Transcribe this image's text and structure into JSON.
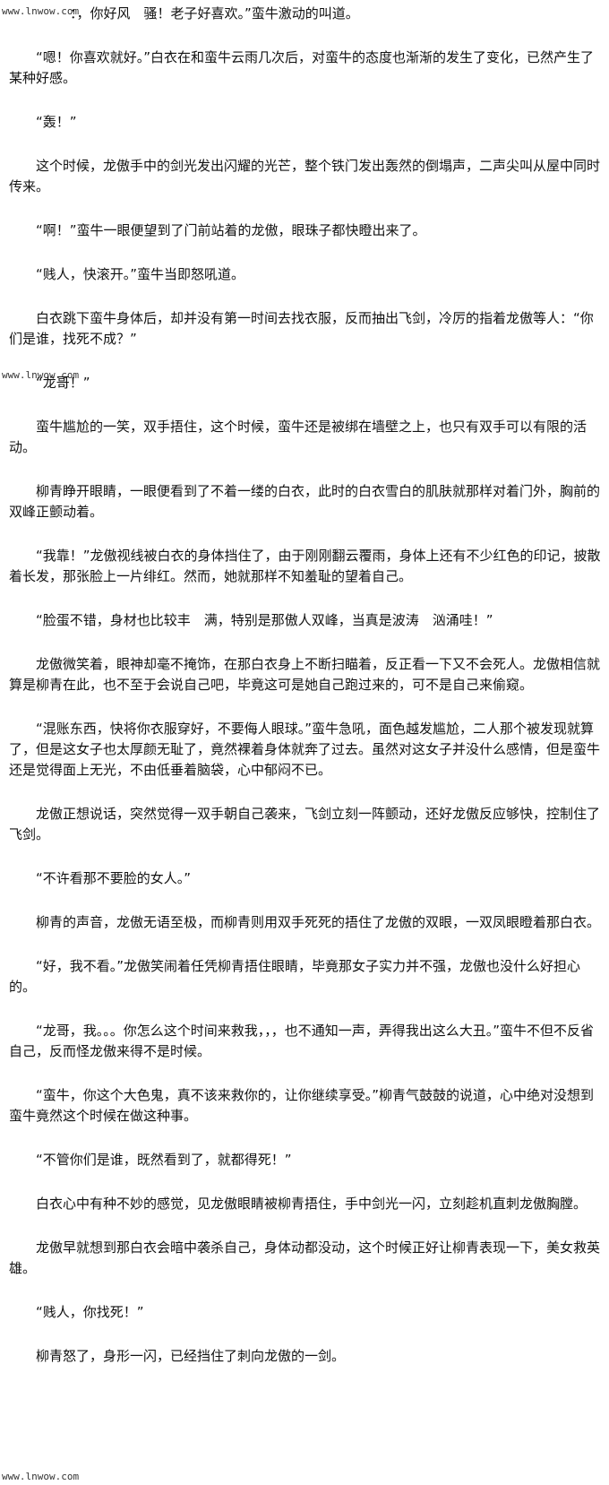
{
  "watermark": "www.lnwow.com",
  "paragraphs": [
    "：，你好风　骚！老子好喜欢。”蛮牛激动的叫道。",
    "“嗯！你喜欢就好。”白衣在和蛮牛云雨几次后，对蛮牛的态度也渐渐的发生了变化，已然产生了某种好感。",
    "“轰！”",
    "这个时候，龙傲手中的剑光发出闪耀的光芒，整个铁门发出轰然的倒塌声，二声尖叫从屋中同时传来。",
    "“啊！”蛮牛一眼便望到了门前站着的龙傲，眼珠子都快瞪出来了。",
    "“贱人，快滚开。”蛮牛当即怒吼道。",
    "白衣跳下蛮牛身体后，却并没有第一时间去找衣服，反而抽出飞剑，冷厉的指着龙傲等人：“你们是谁，找死不成？”",
    "“龙哥！”",
    "蛮牛尴尬的一笑，双手捂住，这个时候，蛮牛还是被绑在墙壁之上，也只有双手可以有限的活动。",
    "柳青睁开眼睛，一眼便看到了不着一缕的白衣，此时的白衣雪白的肌肤就那样对着门外，胸前的双峰正颤动着。",
    "“我靠！”龙傲视线被白衣的身体挡住了，由于刚刚翻云覆雨，身体上还有不少红色的印记，披散着长发，那张脸上一片绯红。然而，她就那样不知羞耻的望着自己。",
    "“脸蛋不错，身材也比较丰　满，特别是那傲人双峰，当真是波涛　汹涌哇！”",
    "龙傲微笑着，眼神却毫不掩饰，在那白衣身上不断扫瞄着，反正看一下又不会死人。龙傲相信就算是柳青在此，也不至于会说自己吧，毕竟这可是她自己跑过来的，可不是自己来偷窥。",
    "“混账东西，快将你衣服穿好，不要侮人眼球。”蛮牛急吼，面色越发尴尬，二人那个被发现就算了，但是这女子也太厚颜无耻了，竟然裸着身体就奔了过去。虽然对这女子并没什么感情，但是蛮牛还是觉得面上无光，不由低垂着脑袋，心中郁闷不已。",
    "龙傲正想说话，突然觉得一双手朝自己袭来，飞剑立刻一阵颤动，还好龙傲反应够快，控制住了飞剑。",
    "“不许看那不要脸的女人。”",
    "柳青的声音，龙傲无语至极，而柳青则用双手死死的捂住了龙傲的双眼，一双凤眼瞪着那白衣。",
    "“好，我不看。”龙傲笑闹着任凭柳青捂住眼睛，毕竟那女子实力并不强，龙傲也没什么好担心的。",
    "“龙哥，我。。。你怎么这个时间来救我，，，也不通知一声，弄得我出这么大丑。”蛮牛不但不反省自己，反而怪龙傲来得不是时候。",
    "“蛮牛，你这个大色鬼，真不该来救你的，让你继续享受。”柳青气鼓鼓的说道，心中绝对没想到蛮牛竟然这个时候在做这种事。",
    "“不管你们是谁，既然看到了，就都得死！”",
    "白衣心中有种不妙的感觉，见龙傲眼睛被柳青捂住，手中剑光一闪，立刻趁机直刺龙傲胸膛。",
    "龙傲早就想到那白衣会暗中袭杀自己，身体动都没动，这个时候正好让柳青表现一下，美女救英雄。",
    "“贱人，你找死！”",
    "柳青怒了，身形一闪，已经挡住了刺向龙傲的一剑。"
  ]
}
